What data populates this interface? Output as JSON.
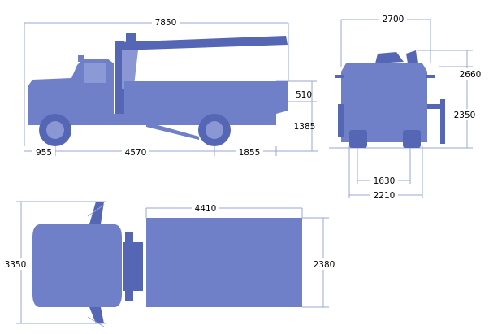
{
  "side_view": {
    "overall_length": "7850",
    "front_overhang": "955",
    "wheelbase": "4570",
    "rear_overhang": "1855",
    "side_height": "510",
    "platform_height": "1385"
  },
  "rear_view": {
    "overall_width": "2700",
    "total_height": "2660",
    "cab_height": "2350",
    "track": "1630",
    "body_width": "2210"
  },
  "top_view": {
    "platform_length": "4410",
    "outrigger_span": "3350",
    "platform_width": "2380"
  },
  "colors": {
    "body": "#6f7fc8",
    "dimension_line": "#9aa6d6"
  }
}
